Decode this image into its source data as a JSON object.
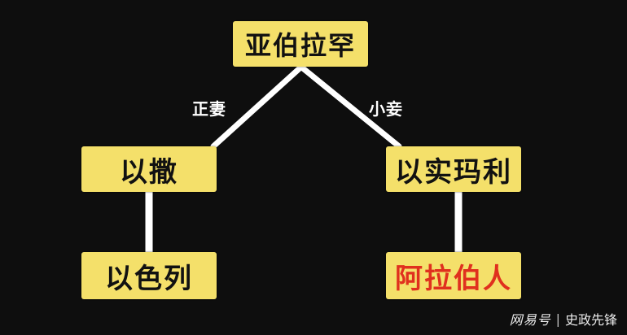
{
  "diagram": {
    "nodes": {
      "root": "亚伯拉罕",
      "left_child": "以撒",
      "right_child": "以实玛利",
      "left_grandchild": "以色列",
      "right_grandchild": "阿拉伯人"
    },
    "edge_labels": {
      "left": "正妻",
      "right": "小妾"
    },
    "colors": {
      "node_fill": "#f4e06a",
      "node_text": "#111111",
      "highlight_text": "#e0301e",
      "connector": "#ffffff",
      "background": "#0e0e0e"
    }
  },
  "watermark": {
    "brand": "网易号",
    "separator": "|",
    "author": "史政先锋"
  }
}
